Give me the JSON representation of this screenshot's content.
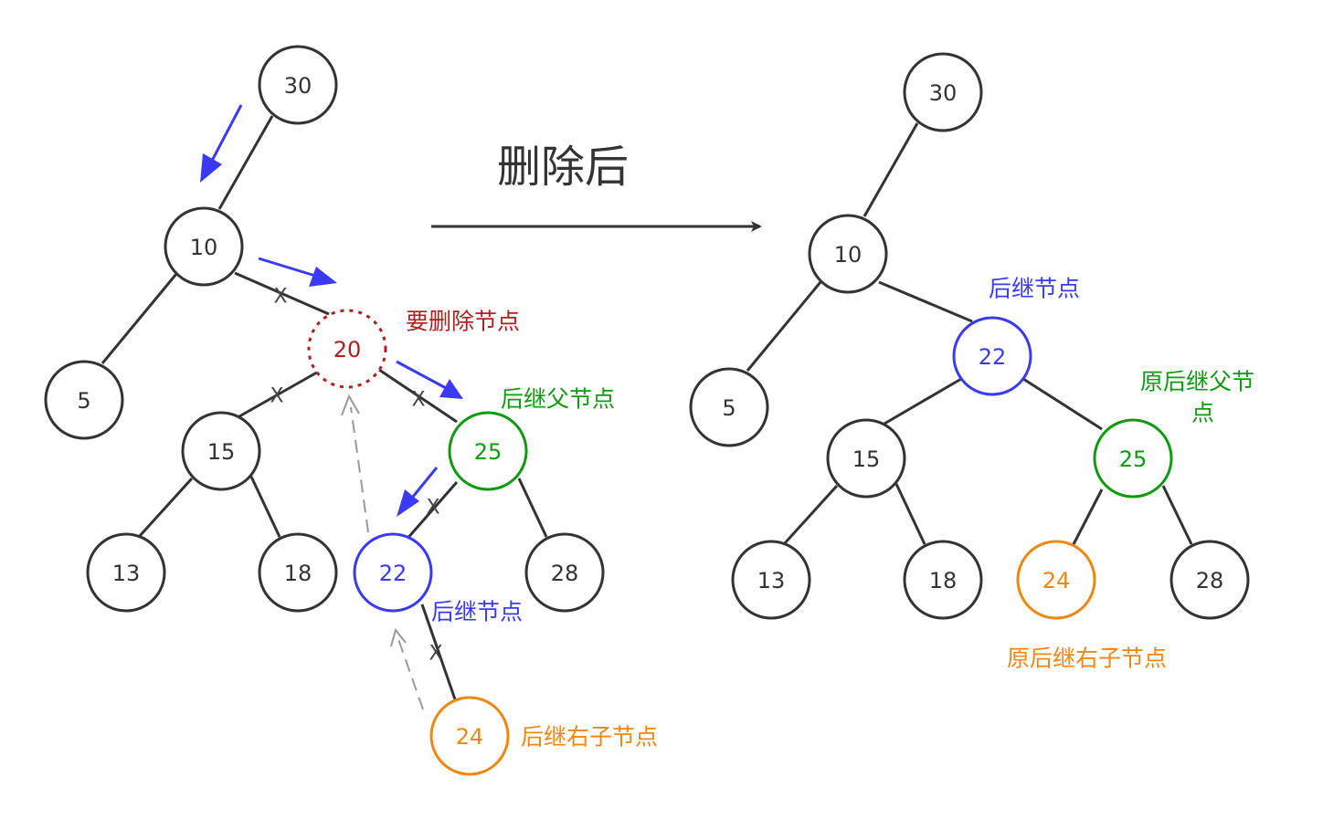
{
  "colors": {
    "default": "#333333",
    "deleted": "#b01e1e",
    "successor": "#3a3af5",
    "successor_parent": "#119911",
    "successor_right_child": "#ee8811",
    "move_arrow": "#3a3af5",
    "dashed_arrow": "#999999"
  },
  "title": "删除后",
  "before": {
    "nodes": {
      "n30": "30",
      "n10": "10",
      "n5": "5",
      "n20": "20",
      "n15": "15",
      "n25": "25",
      "n13": "13",
      "n18": "18",
      "n22": "22",
      "n28": "28",
      "n24": "24"
    },
    "labels": {
      "delete_node": "要删除节点",
      "successor_parent": "后继父节点",
      "successor": "后继节点",
      "successor_right_child": "后继右子节点"
    },
    "cut_mark": "X"
  },
  "after": {
    "nodes": {
      "n30": "30",
      "n10": "10",
      "n5": "5",
      "n22": "22",
      "n15": "15",
      "n25": "25",
      "n13": "13",
      "n18": "18",
      "n24": "24",
      "n28": "28"
    },
    "labels": {
      "successor": "后继节点",
      "orig_successor_parent_line1": "原后继父节",
      "orig_successor_parent_line2": "点",
      "orig_successor_right_child": "原后继右子节点"
    }
  }
}
